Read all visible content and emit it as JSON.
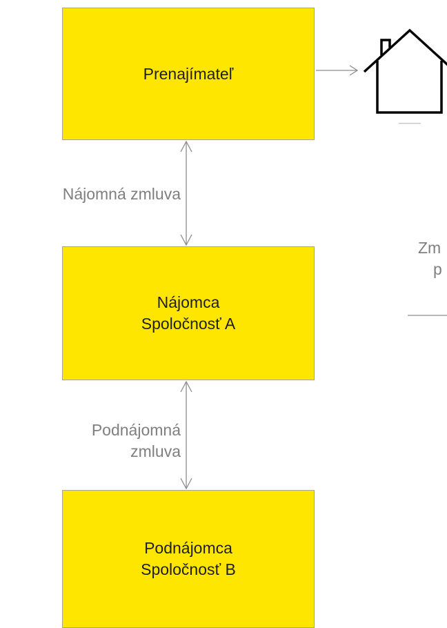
{
  "diagram": {
    "boxes": [
      {
        "lines": [
          "Prenajímateľ"
        ]
      },
      {
        "lines": [
          "Nájomca",
          "Spoločnosť A"
        ]
      },
      {
        "lines": [
          "Podnájomca",
          "Spoločnosť B"
        ]
      }
    ],
    "edge_labels": [
      {
        "lines": [
          "Nájomná zmluva"
        ]
      },
      {
        "lines": [
          "Podnájomná",
          "zmluva"
        ]
      }
    ],
    "cut_text": [
      "Zm",
      "p"
    ],
    "house_caption": "",
    "colors": {
      "box_fill": "#FFE600",
      "label_text": "#7f7f7f",
      "box_text": "#1f1f1f",
      "connector": "#8c8c8c"
    },
    "icons": [
      "house-icon"
    ]
  }
}
